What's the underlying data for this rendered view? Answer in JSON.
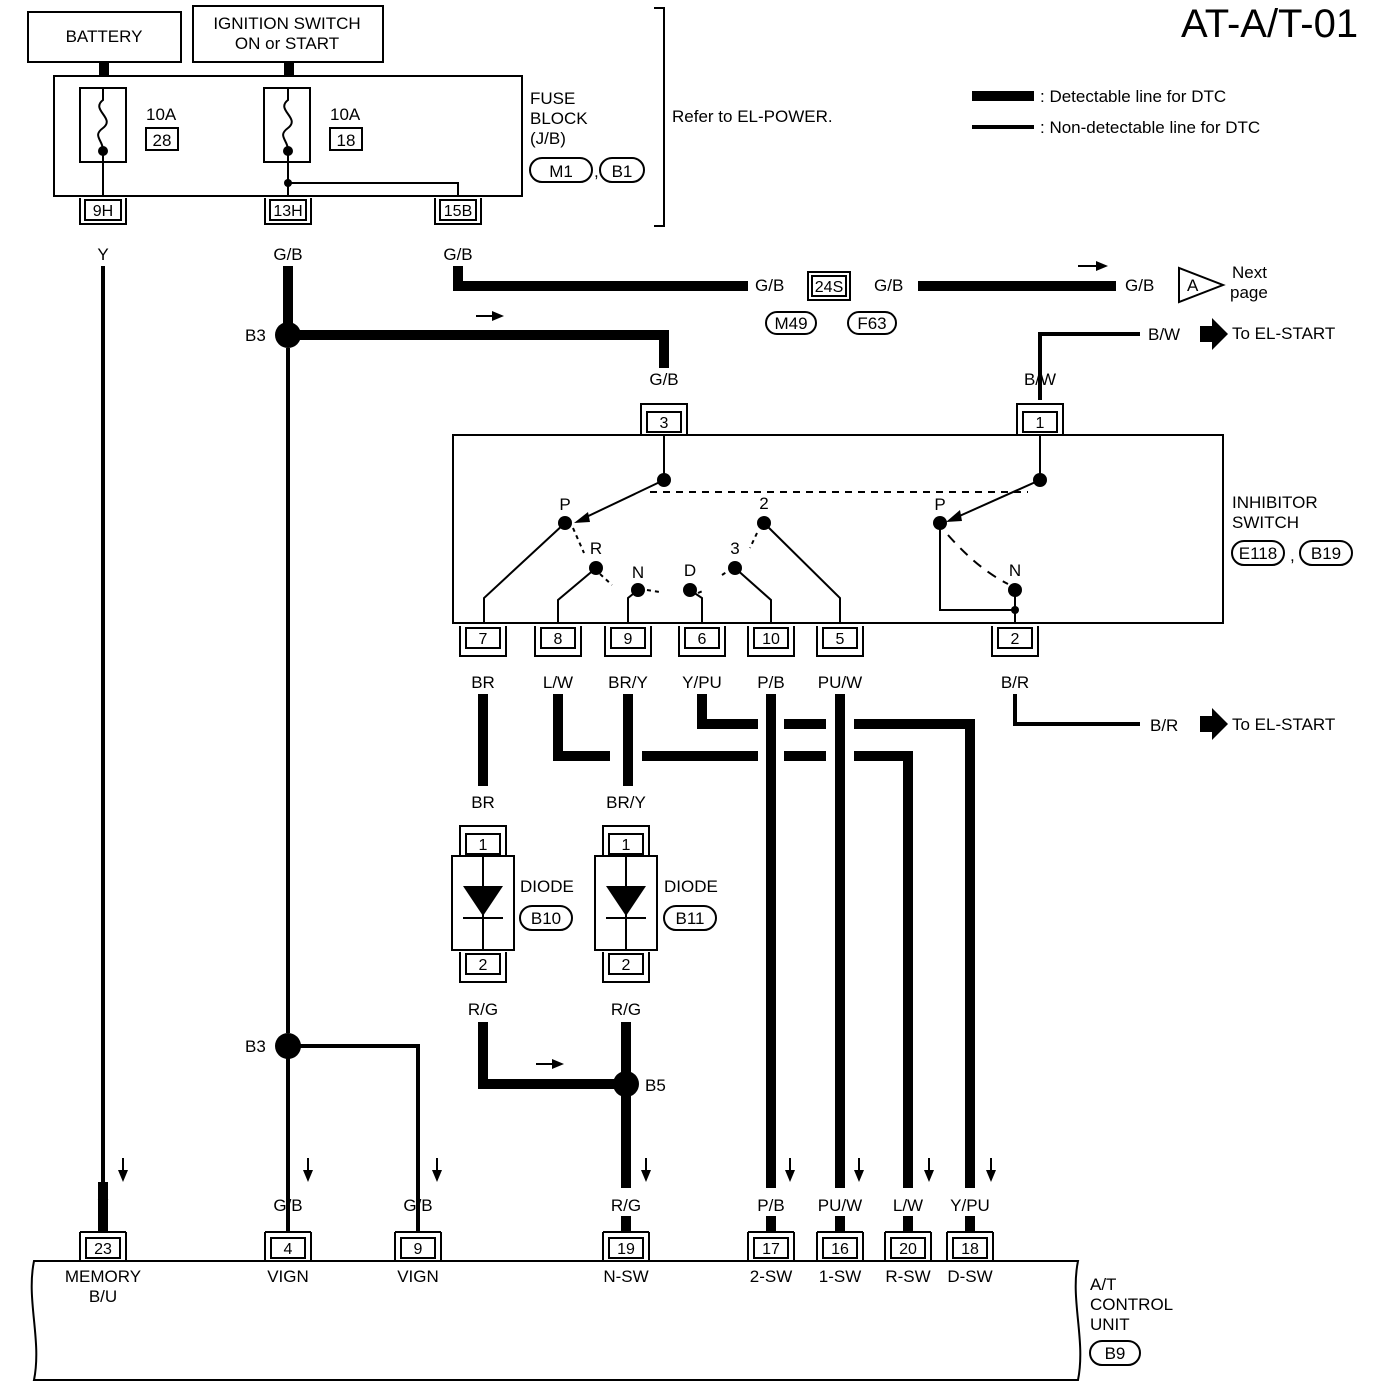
{
  "title": "AT-A/T-01",
  "legend": {
    "detectable": ": Detectable line for DTC",
    "non_detectable": ": Non-detectable line for DTC"
  },
  "sources": {
    "battery": "BATTERY",
    "ignition_line1": "IGNITION SWITCH",
    "ignition_line2": "ON or START"
  },
  "fuse_block": {
    "label1": "FUSE",
    "label2": "BLOCK",
    "label3": "(J/B)",
    "connector1": "M1",
    "connector2": "B1",
    "sep": ",",
    "fuse1_rating": "10A",
    "fuse1_num": "28",
    "fuse2_rating": "10A",
    "fuse2_num": "18",
    "pin_9h": "9H",
    "pin_13h": "13H",
    "pin_15b": "15B",
    "refer": "Refer to EL-POWER."
  },
  "wires": {
    "y": "Y",
    "gb": "G/B",
    "bw": "B/W",
    "br": "BR",
    "lw": "L/W",
    "bry": "BR/Y",
    "ypu": "Y/PU",
    "pb": "P/B",
    "puw": "PU/W",
    "brr": "B/R",
    "rg": "R/G"
  },
  "junctions": {
    "b3": "B3",
    "b5": "B5"
  },
  "connector_24s": {
    "pin": "24S",
    "c1": "M49",
    "c2": "F63"
  },
  "next_page": {
    "marker": "A",
    "line1": "Next",
    "line2": "page"
  },
  "el_start": "To EL-START",
  "inhibitor": {
    "label1": "INHIBITOR",
    "label2": "SWITCH",
    "c1": "E118",
    "c2": "B19",
    "sep": ",",
    "pins_top": [
      "3",
      "1"
    ],
    "pins_bottom": [
      "7",
      "8",
      "9",
      "6",
      "10",
      "5",
      "2"
    ],
    "positions": [
      "P",
      "R",
      "N",
      "D",
      "3",
      "2",
      "P",
      "N"
    ]
  },
  "diodes": {
    "label": "DIODE",
    "c1": "B10",
    "c2": "B11",
    "pin1": "1",
    "pin2": "2"
  },
  "control_unit": {
    "label1": "A/T",
    "label2": "CONTROL",
    "label3": "UNIT",
    "connector": "B9",
    "pins": [
      "23",
      "4",
      "9",
      "19",
      "17",
      "16",
      "20",
      "18"
    ],
    "terminals": [
      "MEMORY",
      "VIGN",
      "VIGN",
      "N-SW",
      "2-SW",
      "1-SW",
      "R-SW",
      "D-SW"
    ],
    "memory_sub": "B/U"
  }
}
